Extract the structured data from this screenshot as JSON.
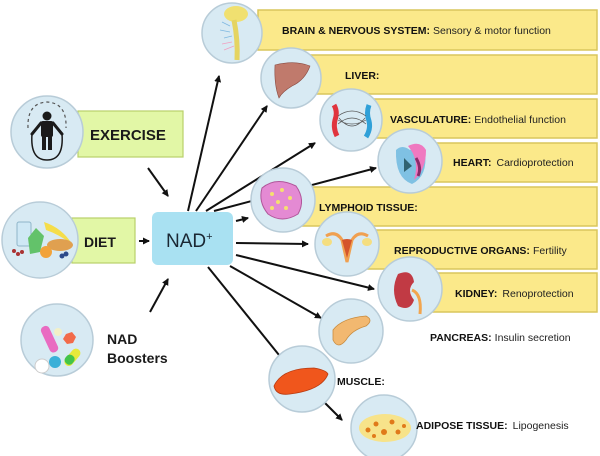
{
  "colors": {
    "organ_bar_fill": "#fbe98a",
    "organ_bar_border": "#d9c65c",
    "input_box_fill": "#e2f7a6",
    "input_box_border": "#b9d06a",
    "nad_box_fill": "#a9e1f2",
    "circle_fill": "#d8eaf3",
    "circle_border": "#b8ccd8",
    "arrow": "#111111"
  },
  "center": {
    "label": "NAD",
    "superscript": "+"
  },
  "inputs": [
    {
      "id": "exercise",
      "label": "EXERCISE",
      "icon": "jump-rope-person-icon",
      "boxed": true
    },
    {
      "id": "diet",
      "label": "DIET",
      "icon": "food-icon",
      "boxed": true
    },
    {
      "id": "boosters",
      "label_line1": "NAD",
      "label_line2": "Boosters",
      "icon": "pills-icon",
      "boxed": false
    }
  ],
  "targets": [
    {
      "id": "brain",
      "organ": "BRAIN & NERVOUS SYSTEM:",
      "function": "Sensory & motor function",
      "icon": "brain-spinal-cord-icon",
      "bar": true
    },
    {
      "id": "liver",
      "organ": "LIVER:",
      "function": "",
      "icon": "liver-icon",
      "bar": true
    },
    {
      "id": "vasculature",
      "organ": "VASCULATURE:",
      "function": "Endothelial function",
      "icon": "blood-vessels-icon",
      "bar": true
    },
    {
      "id": "heart",
      "organ": "HEART:",
      "function": "Cardioprotection",
      "icon": "heart-icon",
      "bar": true
    },
    {
      "id": "lymphoid",
      "organ": "LYMPHOID TISSUE:",
      "function": "",
      "icon": "lymph-node-icon",
      "bar": true
    },
    {
      "id": "reproductive",
      "organ": "REPRODUCTIVE ORGANS:",
      "function": "Fertility",
      "icon": "uterus-icon",
      "bar": true
    },
    {
      "id": "kidney",
      "organ": "KIDNEY:",
      "function": "Renoprotection",
      "icon": "kidney-icon",
      "bar": true
    },
    {
      "id": "pancreas",
      "organ": "PANCREAS:",
      "function": "Insulin secretion",
      "icon": "pancreas-icon",
      "bar": false
    },
    {
      "id": "muscle",
      "organ": "MUSCLE:",
      "function": "",
      "icon": "muscle-icon",
      "bar": false
    },
    {
      "id": "adipose",
      "organ": "ADIPOSE TISSUE:",
      "function": "Lipogenesis",
      "icon": "fat-cells-icon",
      "bar": false
    }
  ]
}
